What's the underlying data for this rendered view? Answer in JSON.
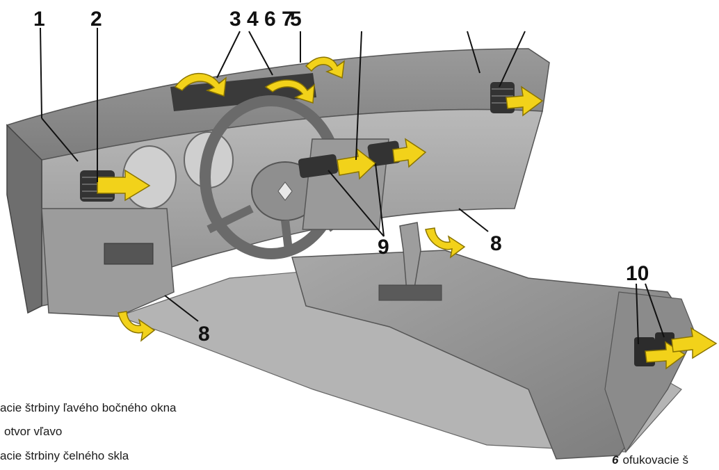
{
  "callouts": {
    "c1": "1",
    "c2": "2",
    "c3467": "3 4 6 7",
    "c5": "5",
    "c8a": "8",
    "c8b": "8",
    "c9": "9",
    "c10": "10"
  },
  "legend": {
    "line1": "acie štrbiny ľavého bočného okna",
    "line2": "otvor vľavo",
    "line3": "acie štrbiny čelného skla",
    "line4_num": "6",
    "line4_text": "ofukovacie š"
  },
  "colors": {
    "arrow_fill": "#f2d21a",
    "arrow_stroke": "#8a7400",
    "body_dark": "#7c7c7c",
    "body_mid": "#a3a3a3",
    "body_light": "#c6c6c6"
  }
}
